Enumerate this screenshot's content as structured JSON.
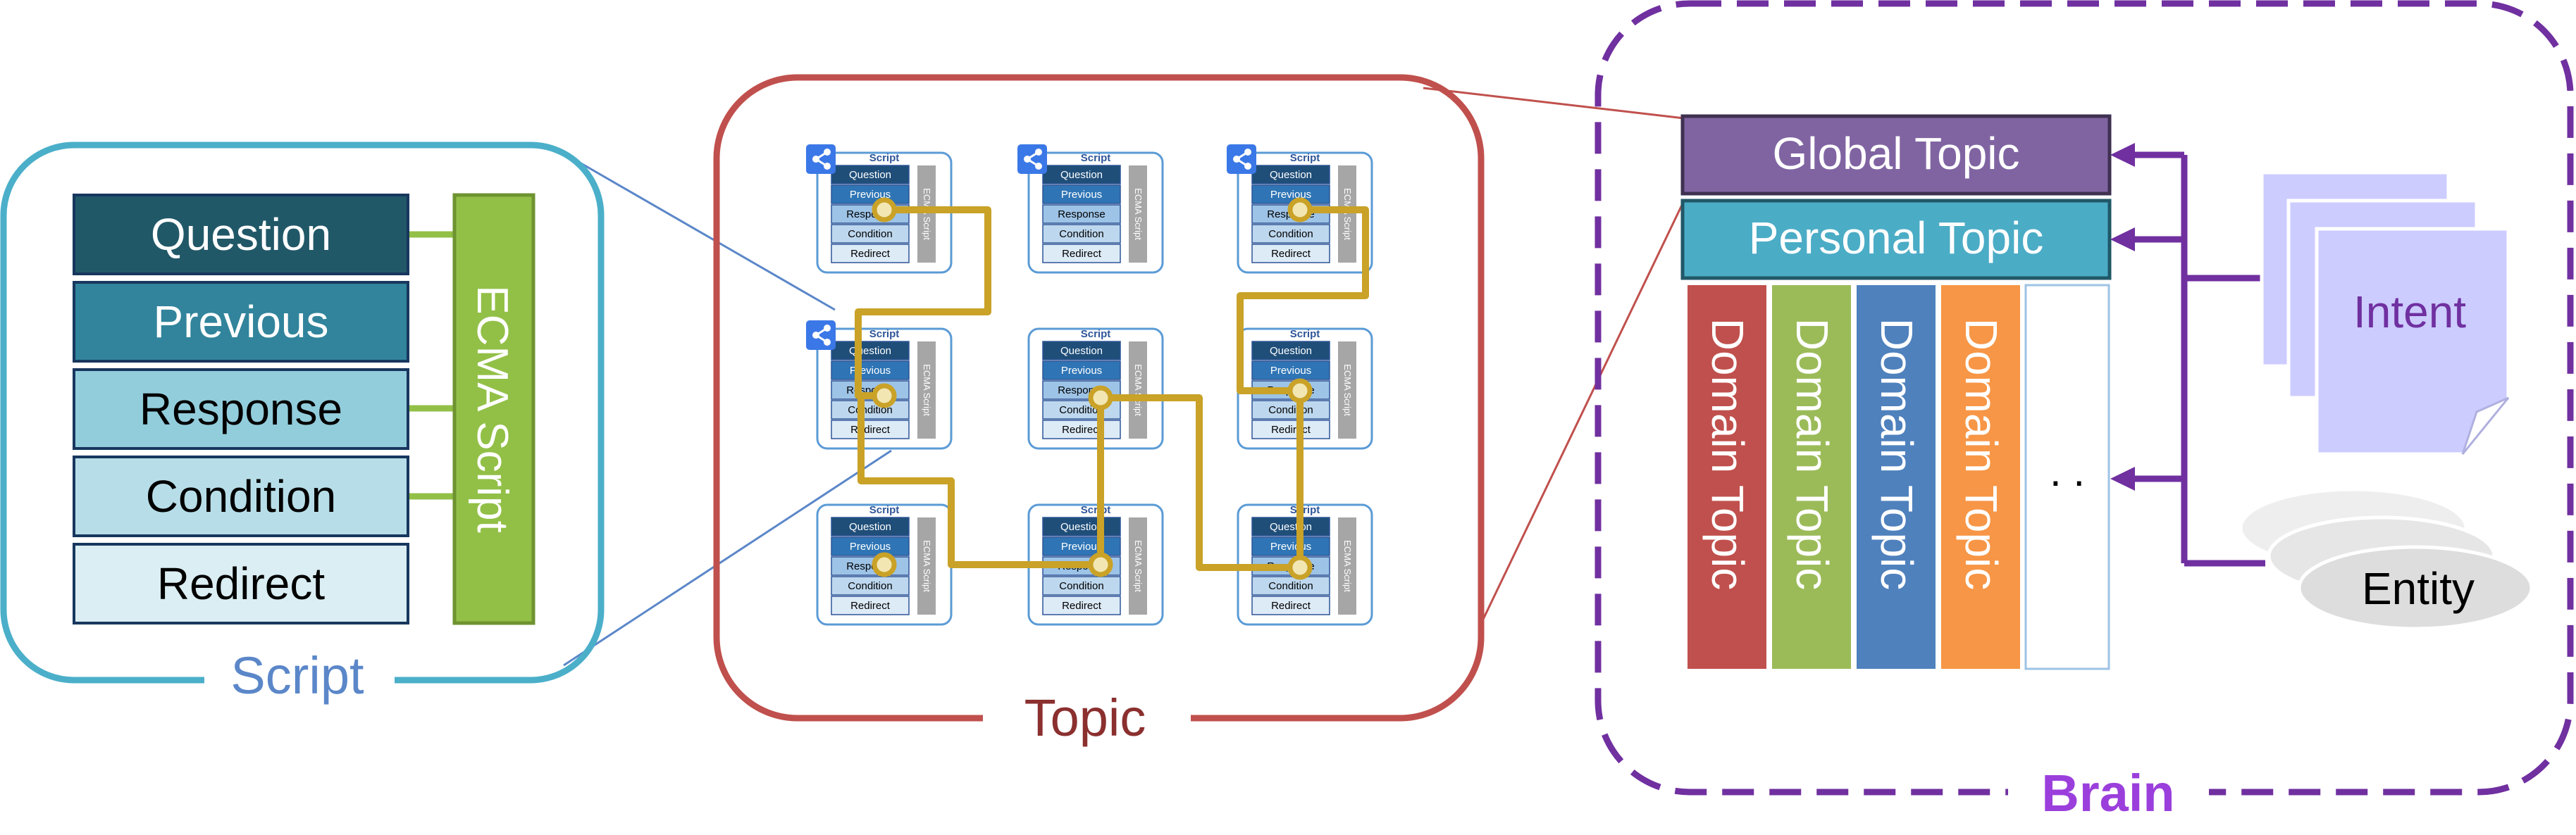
{
  "script_panel": {
    "title": "Script",
    "rows": [
      "Question",
      "Previous",
      "Response",
      "Condition",
      "Redirect"
    ],
    "ecma_label": "ECMA Script"
  },
  "topic_panel": {
    "title": "Topic",
    "mini_script": {
      "header": "Script",
      "rows": [
        "Question",
        "Previous",
        "Response",
        "Condition",
        "Redirect"
      ],
      "ecma_label": "ECMA Script"
    }
  },
  "brain_panel": {
    "title": "Brain",
    "global_topic": "Global Topic",
    "personal_topic": "Personal Topic",
    "domain_topics": [
      "Domain Topic",
      "Domain Topic",
      "Domain Topic",
      "Domain Topic"
    ],
    "more": ". .",
    "intent": "Intent",
    "entity": "Entity"
  },
  "colors": {
    "script_border": "#4bafc9",
    "topic_border": "#c0504d",
    "brain_border": "#7030a0",
    "flow_path": "#c9a227",
    "script_rows": [
      "#215868",
      "#31849b",
      "#92cddc",
      "#b7dee8",
      "#daeef3"
    ],
    "ecma_green": "#92c047",
    "global_topic": "#8064a2",
    "personal_topic": "#4bacc6",
    "domain_topics": [
      "#c0504d",
      "#9bbb59",
      "#4f81bd",
      "#f79646"
    ],
    "intent_fill": "#ccccff",
    "entity_fill": "#e6e6e6"
  }
}
